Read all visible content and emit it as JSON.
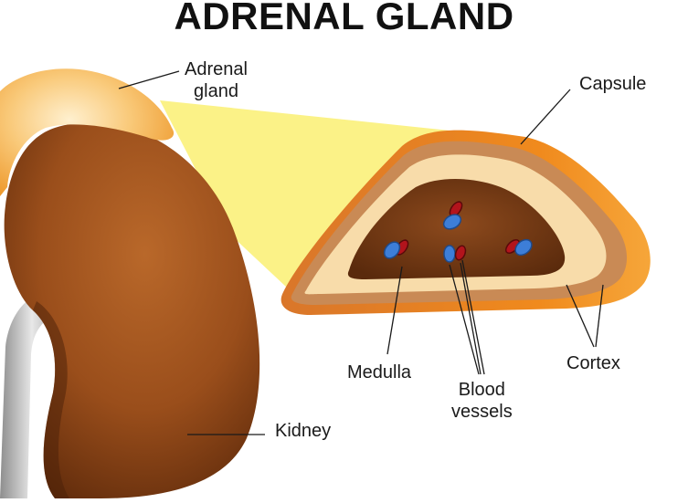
{
  "title": "ADRENAL GLAND",
  "labels": {
    "adrenal_gland_line1": "Adrenal",
    "adrenal_gland_line2": "gland",
    "capsule": "Capsule",
    "medulla": "Medulla",
    "blood_vessels_line1": "Blood",
    "blood_vessels_line2": "vessels",
    "cortex": "Cortex",
    "kidney": "Kidney"
  },
  "colors": {
    "kidney": "#a5561c",
    "kidney_dark": "#5e2a0b",
    "adrenal": "#f5b553",
    "zoom_beam": "#fbf17a",
    "capsule_outer": "#f08a1d",
    "cortex_outer": "#c98a55",
    "cortex_inner": "#f8dcaa",
    "medulla": "#7a3e17",
    "artery": "#b3141c",
    "vein": "#3d7ed8",
    "ureter": "#c9c9c9"
  }
}
